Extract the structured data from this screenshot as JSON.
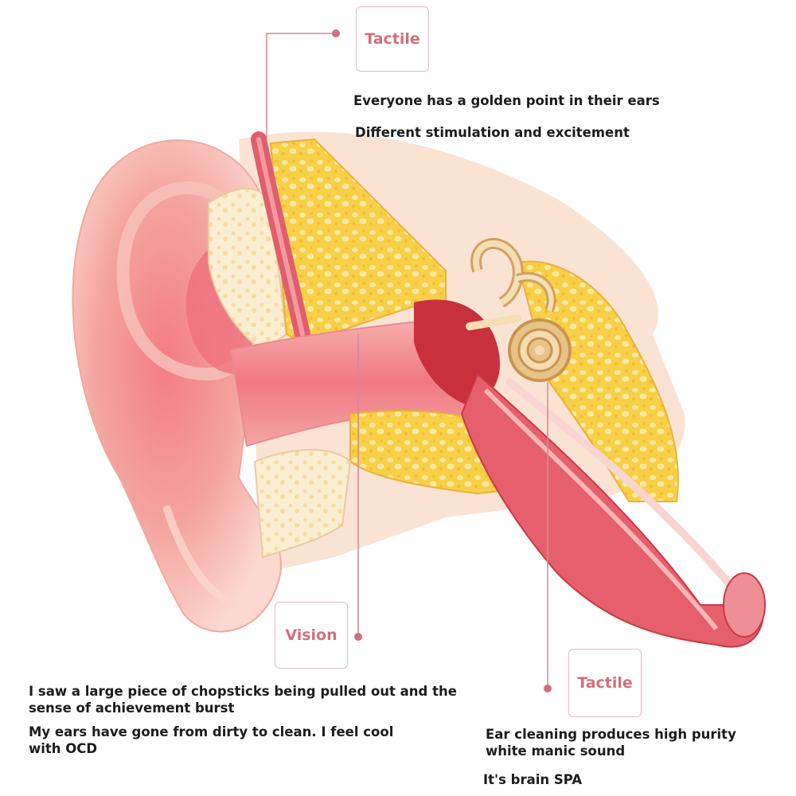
{
  "callouts": {
    "top": {
      "label": "Tactile",
      "lines": [
        "Everyone has a golden point in their ears",
        "Different stimulation and excitement"
      ]
    },
    "left": {
      "label": "Vision",
      "lines": [
        "I saw a large piece of chopsticks being pulled out and the sense of achievement burst",
        "My ears have gone from dirty to clean. I feel cool with OCD"
      ]
    },
    "right": {
      "label": "Tactile",
      "lines": [
        "Ear cleaning produces high purity white manic sound",
        "It's brain SPA"
      ]
    }
  },
  "colors": {
    "accent": "#d0707f",
    "skin": "#f2a6a2",
    "canal": "#f07e88",
    "bone": "#f6c93a",
    "text": "#1c1c1c"
  }
}
